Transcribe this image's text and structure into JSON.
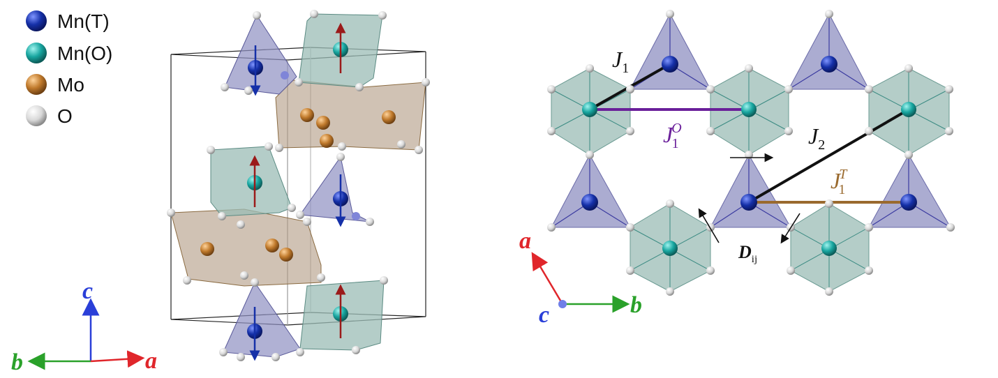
{
  "legend": {
    "items": [
      {
        "label": "Mn(T)",
        "color": "#1530a8"
      },
      {
        "label": "Mn(O)",
        "color": "#18a6a0"
      },
      {
        "label": "Mo",
        "color": "#c07a2c"
      },
      {
        "label": "O",
        "color": "#d8d8d8"
      }
    ]
  },
  "left_axes": {
    "c": "c",
    "b": "b",
    "a": "a"
  },
  "right_axes": {
    "a": "a",
    "b": "b",
    "c": "c"
  },
  "exchange": {
    "J1": {
      "main": "J",
      "sub": "1"
    },
    "J1O": {
      "main": "J",
      "sub": "1",
      "sup": "O"
    },
    "J2": {
      "main": "J",
      "sub": "2"
    },
    "J1T": {
      "main": "J",
      "sub": "1",
      "sup": "T"
    },
    "D": {
      "main": "D",
      "sub": "ij"
    }
  },
  "colors": {
    "tetra_fill": "#8f90c2",
    "octa_fill": "#9bbcb5",
    "mo_fill": "#b09a82",
    "mnT": "#1530a8",
    "mnO": "#18a6a0",
    "mo": "#c07a2c",
    "oxygen": "#d8d8d8",
    "axis_a": "#e0262b",
    "axis_b": "#2aa12a",
    "axis_c": "#2a3fd8",
    "j1O_line": "#6a1f9a",
    "j1T_line": "#9a6a2e",
    "spin_arrow": "#9b1a1a"
  }
}
